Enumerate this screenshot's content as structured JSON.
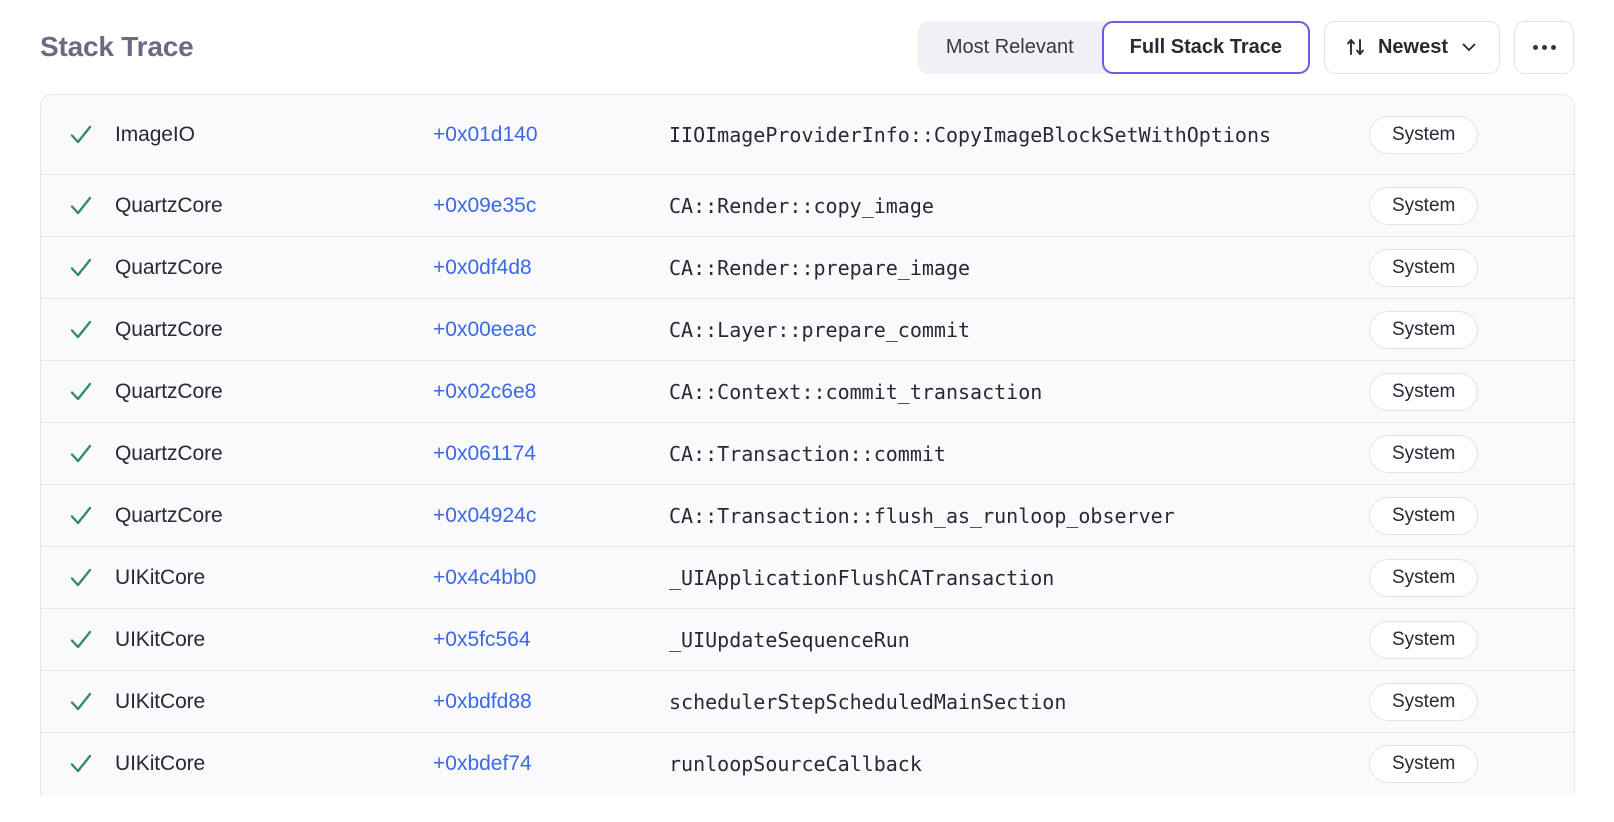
{
  "header": {
    "title": "Stack Trace",
    "segmented": {
      "options": [
        {
          "label": "Most Relevant",
          "selected": false
        },
        {
          "label": "Full Stack Trace",
          "selected": true
        }
      ]
    },
    "sort": {
      "icon": "sort-arrows-icon",
      "label": "Newest",
      "chevron": "chevron-down-icon"
    },
    "more": {
      "icon": "ellipsis-icon",
      "label": "..."
    }
  },
  "colors": {
    "accent_purple": "#6c5ce7",
    "offset_blue": "#3b6ae8",
    "check_green": "#2f8a6b",
    "title_gray": "#6e6880",
    "row_bg": "#fafafc",
    "border": "#e6e5ec",
    "segment_bg": "#f1f1f5"
  },
  "table": {
    "rows": [
      {
        "status": "check-icon",
        "binary": "ImageIO",
        "offset": "+0x01d140",
        "symbol": "IIOImageProviderInfo::CopyImageBlockSetWithOptions",
        "badge": "System",
        "tall": true
      },
      {
        "status": "check-icon",
        "binary": "QuartzCore",
        "offset": "+0x09e35c",
        "symbol": "CA::Render::copy_image",
        "badge": "System",
        "tall": false
      },
      {
        "status": "check-icon",
        "binary": "QuartzCore",
        "offset": "+0x0df4d8",
        "symbol": "CA::Render::prepare_image",
        "badge": "System",
        "tall": false
      },
      {
        "status": "check-icon",
        "binary": "QuartzCore",
        "offset": "+0x00eeac",
        "symbol": "CA::Layer::prepare_commit",
        "badge": "System",
        "tall": false
      },
      {
        "status": "check-icon",
        "binary": "QuartzCore",
        "offset": "+0x02c6e8",
        "symbol": "CA::Context::commit_transaction",
        "badge": "System",
        "tall": false
      },
      {
        "status": "check-icon",
        "binary": "QuartzCore",
        "offset": "+0x061174",
        "symbol": "CA::Transaction::commit",
        "badge": "System",
        "tall": false
      },
      {
        "status": "check-icon",
        "binary": "QuartzCore",
        "offset": "+0x04924c",
        "symbol": "CA::Transaction::flush_as_runloop_observer",
        "badge": "System",
        "tall": false
      },
      {
        "status": "check-icon",
        "binary": "UIKitCore",
        "offset": "+0x4c4bb0",
        "symbol": "_UIApplicationFlushCATransaction",
        "badge": "System",
        "tall": false
      },
      {
        "status": "check-icon",
        "binary": "UIKitCore",
        "offset": "+0x5fc564",
        "symbol": "_UIUpdateSequenceRun",
        "badge": "System",
        "tall": false
      },
      {
        "status": "check-icon",
        "binary": "UIKitCore",
        "offset": "+0xbdfd88",
        "symbol": "schedulerStepScheduledMainSection",
        "badge": "System",
        "tall": false
      },
      {
        "status": "check-icon",
        "binary": "UIKitCore",
        "offset": "+0xbdef74",
        "symbol": "runloopSourceCallback",
        "badge": "System",
        "tall": false
      }
    ]
  }
}
